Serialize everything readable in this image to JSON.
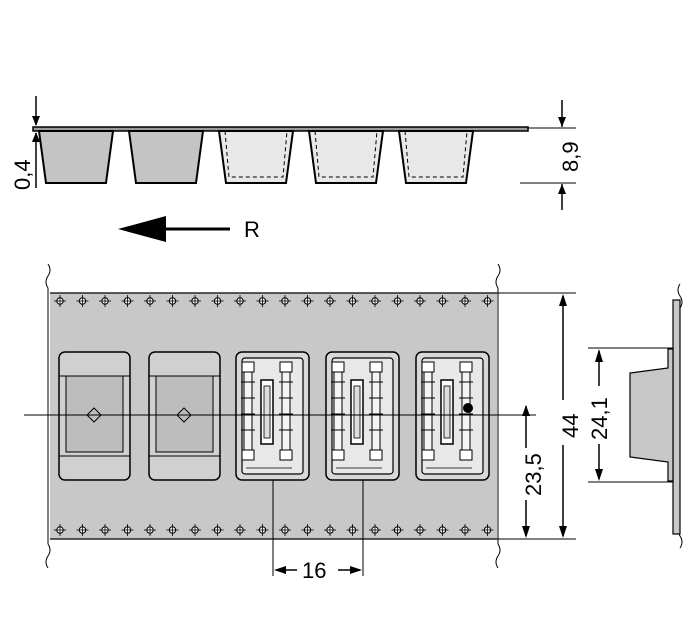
{
  "colors": {
    "tape": "#c8c8c8",
    "pocket_filled": "#c4c4c4",
    "pocket_component": "#e8e8e8",
    "line": "#000000"
  },
  "labels": {
    "direction": "R"
  },
  "dimensions": {
    "tape_thickness": "0,4",
    "pocket_depth": "8,9",
    "tape_width": "44",
    "pocket_offset": "23,5",
    "pocket_pitch": "16",
    "body_height": "24,1"
  },
  "pockets": [
    {
      "state": "empty"
    },
    {
      "state": "empty"
    },
    {
      "state": "component"
    },
    {
      "state": "component"
    },
    {
      "state": "component"
    }
  ]
}
